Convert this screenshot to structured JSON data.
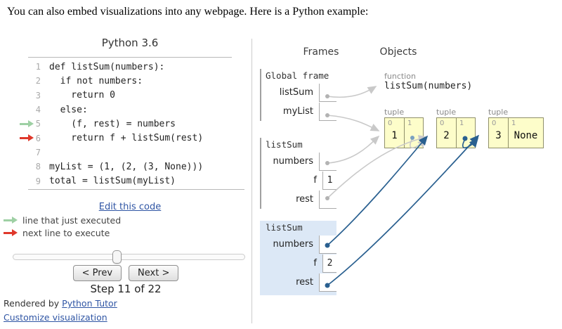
{
  "page": {
    "intro": "You can also embed visualizations into any webpage. Here is a Python example:"
  },
  "code_panel": {
    "title": "Python 3.6",
    "lines": [
      {
        "num": "1",
        "text": "def listSum(numbers):",
        "arrow": ""
      },
      {
        "num": "2",
        "text": "  if not numbers:",
        "arrow": ""
      },
      {
        "num": "3",
        "text": "    return 0",
        "arrow": ""
      },
      {
        "num": "4",
        "text": "  else:",
        "arrow": ""
      },
      {
        "num": "5",
        "text": "    (f, rest) = numbers",
        "arrow": "just-executed"
      },
      {
        "num": "6",
        "text": "    return f + listSum(rest)",
        "arrow": "next-to-execute"
      },
      {
        "num": "7",
        "text": "",
        "arrow": ""
      },
      {
        "num": "8",
        "text": "myList = (1, (2, (3, None)))",
        "arrow": ""
      },
      {
        "num": "9",
        "text": "total = listSum(myList)",
        "arrow": ""
      }
    ],
    "edit_link": "Edit this code",
    "legend": [
      {
        "type": "just-executed",
        "label": "line that just executed"
      },
      {
        "type": "next-to-execute",
        "label": "next line to execute"
      }
    ],
    "controls": {
      "prev_label": "< Prev",
      "next_label": "Next >",
      "step_text": "Step 11 of 22",
      "step_current": 11,
      "step_total": 22
    },
    "footer": {
      "rendered_by": "Rendered by",
      "python_tutor_link": "Python Tutor",
      "customize_link": "Customize visualization"
    }
  },
  "visualization": {
    "frames_header": "Frames",
    "objects_header": "Objects",
    "global_frame": {
      "label": "Global frame",
      "vars": [
        {
          "name": "listSum",
          "points_to": "function listSum(numbers)"
        },
        {
          "name": "myList",
          "points_to": "tuple1"
        }
      ]
    },
    "frames": [
      {
        "label": "listSum",
        "highlighted": false,
        "vars": [
          {
            "name": "numbers",
            "points_to": "tuple1"
          },
          {
            "name": "f",
            "value": "1"
          },
          {
            "name": "rest",
            "points_to": "tuple2"
          }
        ]
      },
      {
        "label": "listSum",
        "highlighted": true,
        "vars": [
          {
            "name": "numbers",
            "points_to": "tuple2"
          },
          {
            "name": "f",
            "value": "2"
          },
          {
            "name": "rest",
            "points_to": "tuple3"
          }
        ]
      }
    ],
    "objects": {
      "function": {
        "type_label": "function",
        "name": "listSum(numbers)"
      },
      "tuples": [
        {
          "type_label": "tuple",
          "cells": [
            {
              "index": "0",
              "value": "1"
            },
            {
              "index": "1",
              "points_to": "tuple2"
            }
          ]
        },
        {
          "type_label": "tuple",
          "cells": [
            {
              "index": "0",
              "value": "2"
            },
            {
              "index": "1",
              "points_to": "tuple3"
            }
          ]
        },
        {
          "type_label": "tuple",
          "cells": [
            {
              "index": "0",
              "value": "3"
            },
            {
              "index": "1",
              "value": "None"
            }
          ]
        }
      ]
    }
  },
  "colors": {
    "link_blue": "#2f55a4",
    "just_executed_green": "#9ed0a4",
    "next_line_red": "#df382b",
    "active_pointer_blue": "#2a6090",
    "inactive_pointer_gray": "#c9c9c9",
    "tuple_bg": "#fdfdca",
    "tuple_border": "#90906a",
    "highlighted_frame_bg": "#dce8f6"
  }
}
